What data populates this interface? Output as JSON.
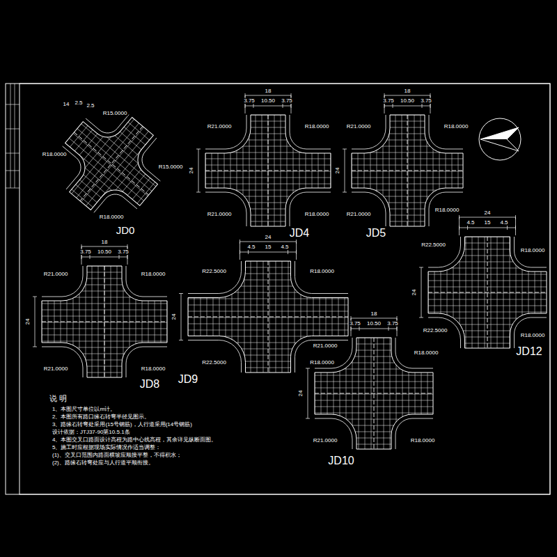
{
  "diagram": {
    "labels": [
      "JD0",
      "14",
      "2.5",
      "2.5",
      "R15.0000",
      "R18.0000",
      "R15.0000",
      "R18.0000",
      "JD4",
      "18",
      "3.75",
      "10.50",
      "3.75",
      "R21.0000",
      "R18.0000",
      "R21.0000",
      "R18.0000",
      "24",
      "JD5",
      "18",
      "3.75",
      "10.50",
      "3.75",
      "R21.0000",
      "R18.0000",
      "R21.0000",
      "R18.0000",
      "24",
      "JD8",
      "18",
      "3.75",
      "10.50",
      "3.75",
      "R21.0000",
      "R18.0000",
      "R21.0000",
      "R18.0000",
      "24",
      "JD9",
      "24",
      "4.5",
      "15",
      "4.5",
      "R22.5000",
      "R18.0000",
      "R22.5000",
      "R18.0000",
      "24",
      "JD10",
      "18",
      "3.75",
      "10.50",
      "3.75",
      "R21.0000",
      "R18.0000",
      "R21.0000",
      "R18.0000",
      "24",
      "JD12",
      "24",
      "4.5",
      "15",
      "4.5",
      "R22.5000",
      "R18.0000",
      "R22.5000",
      "R18.0000",
      "24",
      "说  明",
      "1、本图尺寸单位以m计。",
      "2、本图所有路口缘石转弯半径见图示。",
      "3、路缘石转弯处采用(15号钢筋)，人行道采用(14号钢筋)",
      "设计依据：JTJ37-90第10.5.1条",
      "4、本图交叉口路面设计高程为路中心线高程，其余详见纵断面图。",
      "5、施工时应根据现场实际情况作适当调整：",
      "(1)、交叉口范围内路面横坡应顺接平整，不得积水；",
      "(2)、路缘石转弯处应与人行道平顺衔接。"
    ]
  }
}
